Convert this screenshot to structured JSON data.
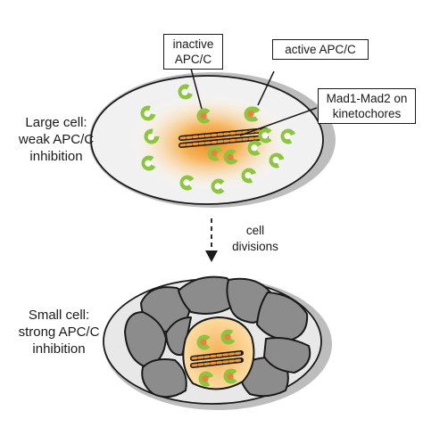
{
  "top": {
    "cell_label": [
      "Large cell:",
      "weak APC/C",
      "inhibition"
    ],
    "callouts": {
      "inactive": [
        "inactive",
        "APC/C"
      ],
      "active": "active APC/C",
      "mad": [
        "Mad1-Mad2 on",
        "kinetochores"
      ]
    }
  },
  "middle": {
    "arrow_label": [
      "cell",
      "divisions"
    ]
  },
  "bottom": {
    "cell_label": [
      "Small cell:",
      "strong APC/C",
      "inhibition"
    ]
  },
  "colors": {
    "green_apc": "#8cc63f",
    "orange_gradient": "#f39a2b",
    "inactive_inner": "#f07f3c",
    "gray_cells": "#8c8c8c",
    "highlight_cell": "#f8cf7a"
  }
}
